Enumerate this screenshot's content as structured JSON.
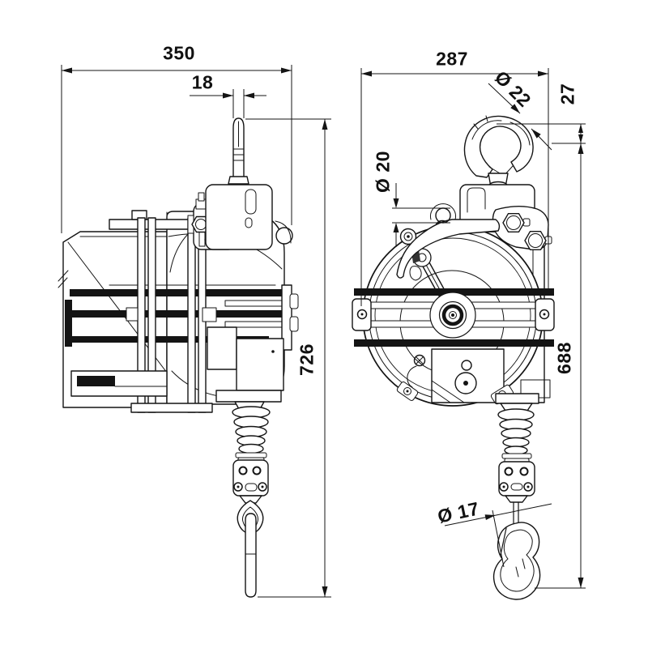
{
  "drawing": {
    "background": "#ffffff",
    "line_color": "#141414",
    "type": "technical-dimension-drawing",
    "subject": "spring balancer with top hook and bottom snap hook, side view and front view"
  },
  "dims": {
    "side_overall_width": "350",
    "side_stud_width": "18",
    "side_overall_height": "726",
    "front_overall_width": "287",
    "front_top_hook_dia": "Ø 22",
    "front_hook_offset": "27",
    "front_hanger_hole_dia": "Ø 20",
    "front_working_length": "688",
    "front_bottom_hook_dia": "Ø 17"
  }
}
